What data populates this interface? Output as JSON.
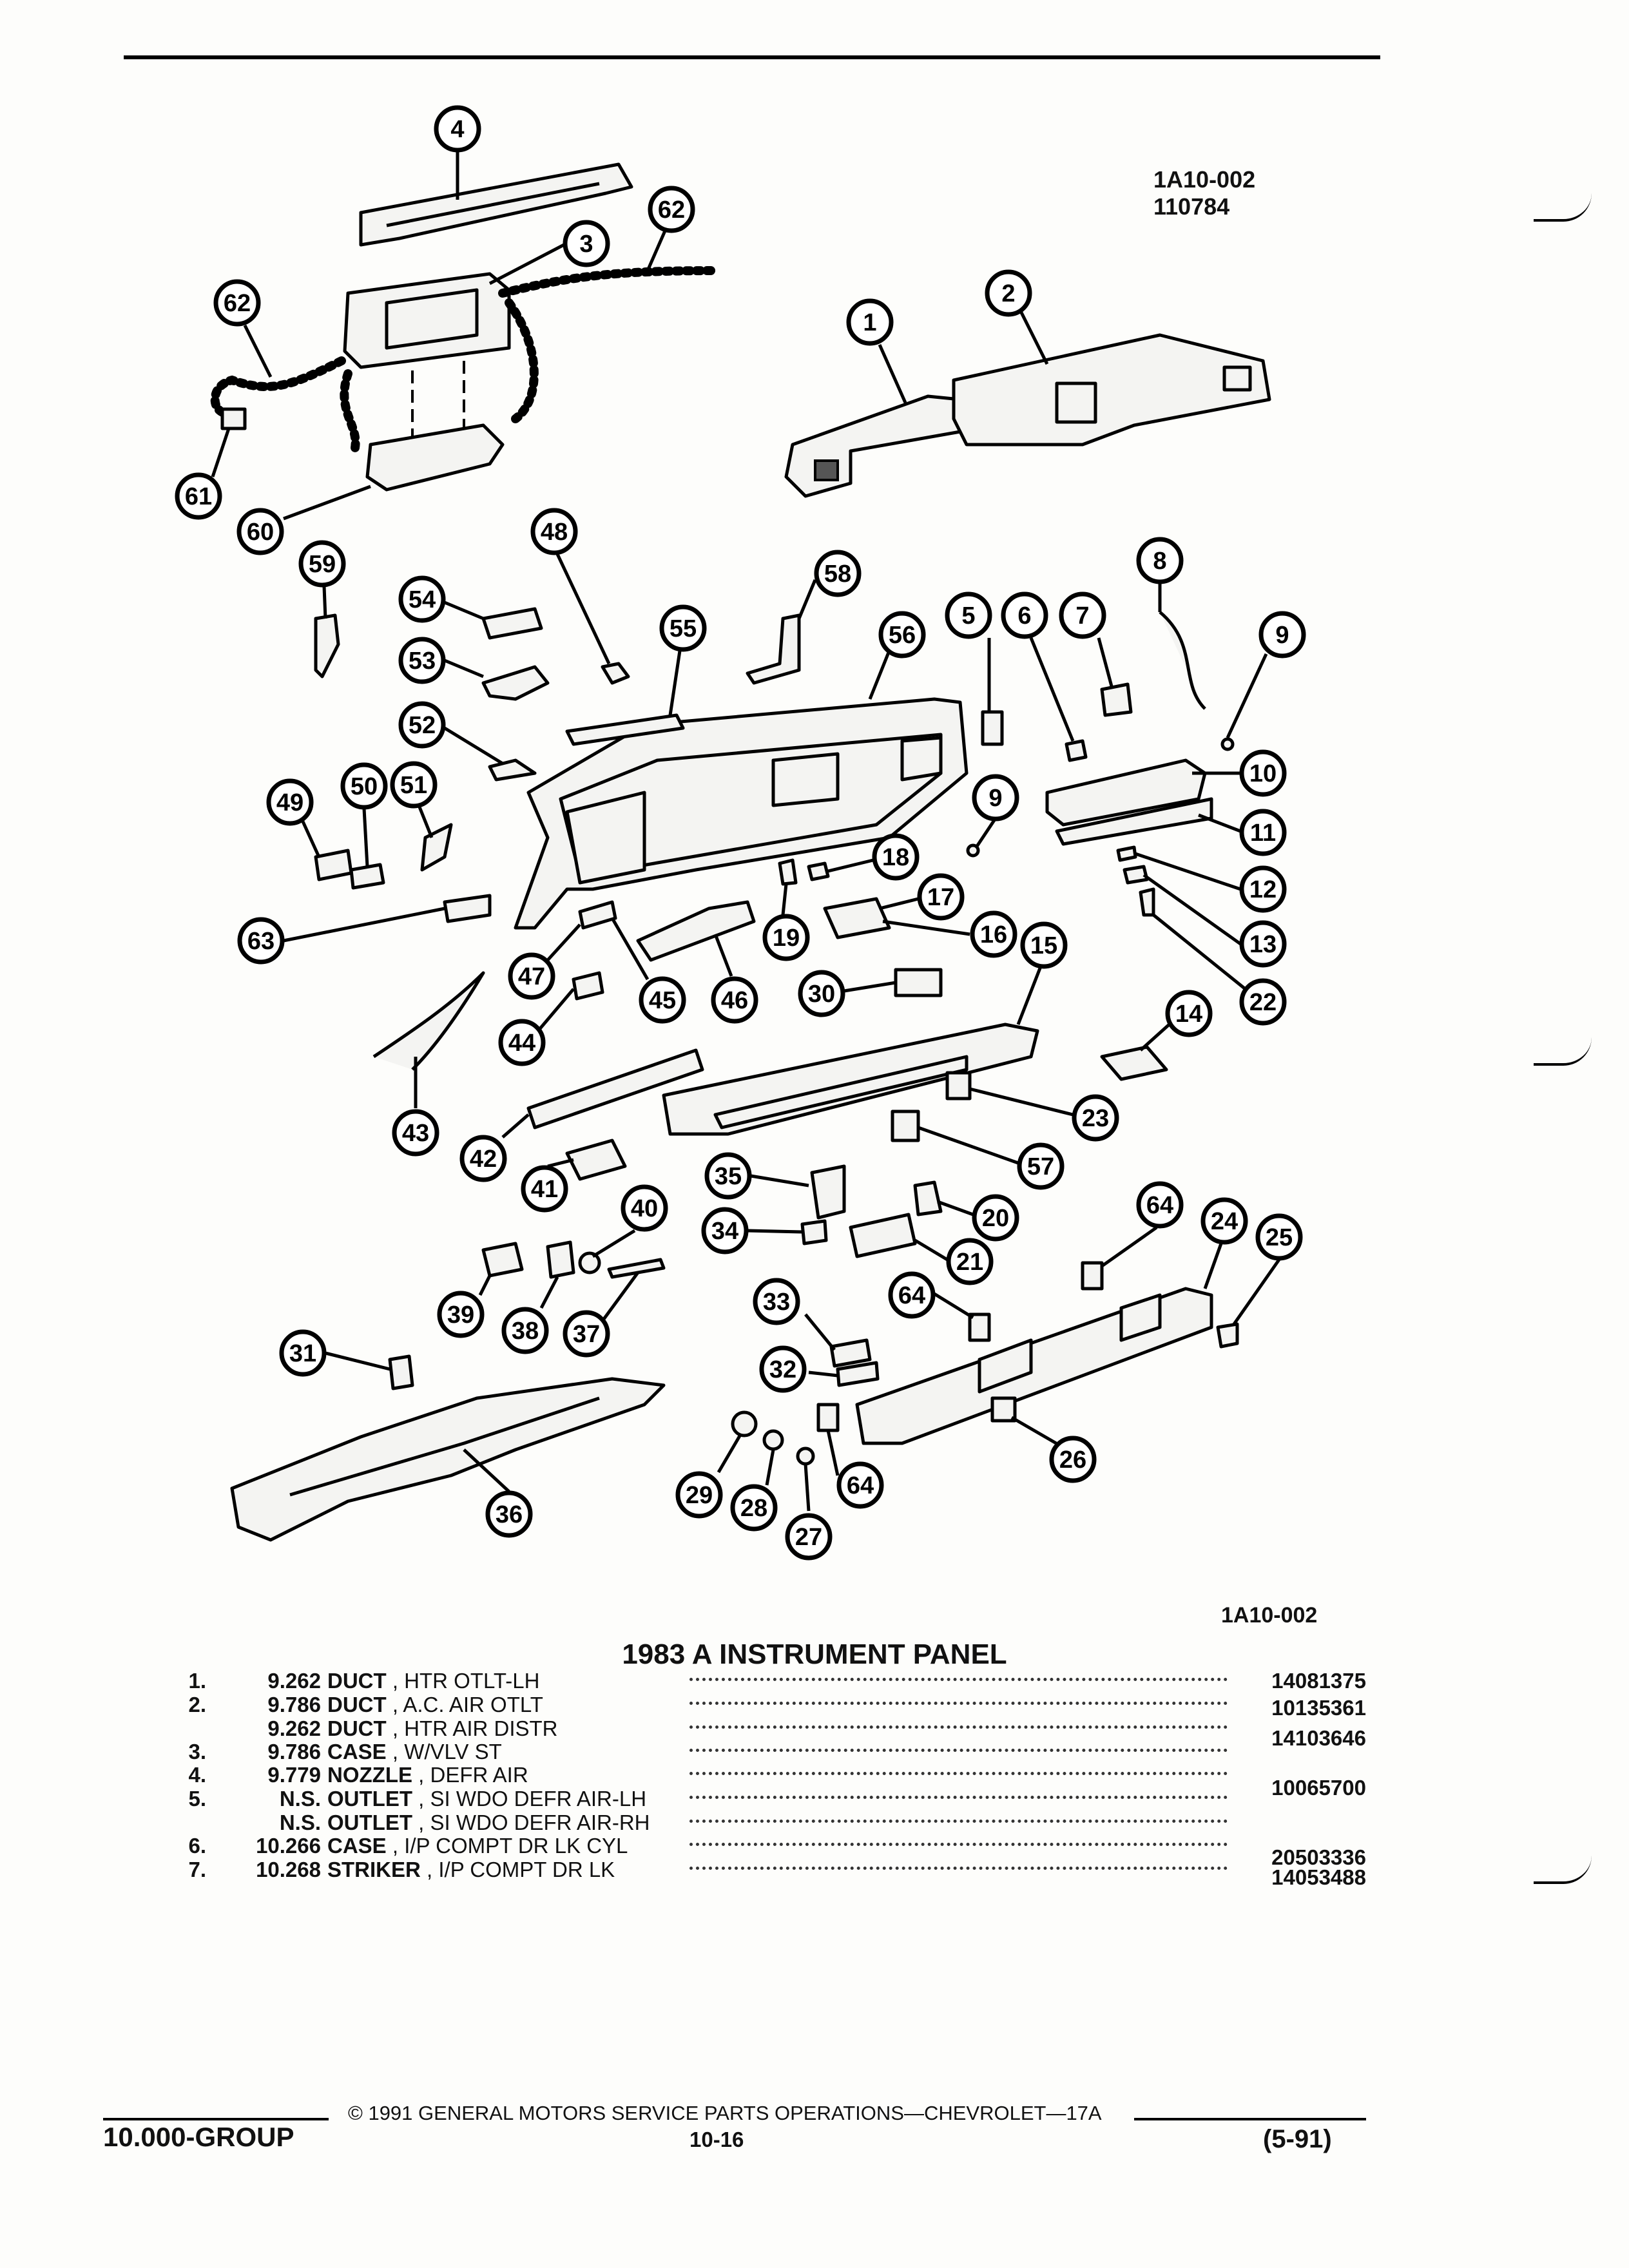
{
  "header": {
    "ref_code": "1A10-002",
    "ref_number": "110784"
  },
  "callouts": [
    {
      "label": "4"
    },
    {
      "label": "3"
    },
    {
      "label": "62"
    },
    {
      "label": "62"
    },
    {
      "label": "61"
    },
    {
      "label": "60"
    },
    {
      "label": "1"
    },
    {
      "label": "2"
    },
    {
      "label": "48"
    },
    {
      "label": "59"
    },
    {
      "label": "54"
    },
    {
      "label": "53"
    },
    {
      "label": "55"
    },
    {
      "label": "58"
    },
    {
      "label": "56"
    },
    {
      "label": "5"
    },
    {
      "label": "6"
    },
    {
      "label": "7"
    },
    {
      "label": "8"
    },
    {
      "label": "9"
    },
    {
      "label": "52"
    },
    {
      "label": "51"
    },
    {
      "label": "50"
    },
    {
      "label": "49"
    },
    {
      "label": "10"
    },
    {
      "label": "11"
    },
    {
      "label": "9"
    },
    {
      "label": "18"
    },
    {
      "label": "17"
    },
    {
      "label": "12"
    },
    {
      "label": "13"
    },
    {
      "label": "63"
    },
    {
      "label": "19"
    },
    {
      "label": "16"
    },
    {
      "label": "47"
    },
    {
      "label": "45"
    },
    {
      "label": "46"
    },
    {
      "label": "30"
    },
    {
      "label": "15"
    },
    {
      "label": "22"
    },
    {
      "label": "44"
    },
    {
      "label": "14"
    },
    {
      "label": "43"
    },
    {
      "label": "42"
    },
    {
      "label": "41"
    },
    {
      "label": "23"
    },
    {
      "label": "57"
    },
    {
      "label": "35"
    },
    {
      "label": "20"
    },
    {
      "label": "40"
    },
    {
      "label": "34"
    },
    {
      "label": "21"
    },
    {
      "label": "64"
    },
    {
      "label": "24"
    },
    {
      "label": "25"
    },
    {
      "label": "39"
    },
    {
      "label": "38"
    },
    {
      "label": "37"
    },
    {
      "label": "64"
    },
    {
      "label": "33"
    },
    {
      "label": "31"
    },
    {
      "label": "32"
    },
    {
      "label": "26"
    },
    {
      "label": "29"
    },
    {
      "label": "28"
    },
    {
      "label": "64"
    },
    {
      "label": "27"
    },
    {
      "label": "36"
    }
  ],
  "diagram_ref": "1A10-002",
  "parts_list": {
    "title": "1983 A INSTRUMENT PANEL",
    "rows": [
      {
        "index": "1.",
        "group": "9.262",
        "name": "DUCT",
        "detail": ", HTR OTLT-LH",
        "part_no": "14081375"
      },
      {
        "index": "2.",
        "group": "9.786",
        "name": "DUCT",
        "detail": ", A.C. AIR OTLT",
        "part_no": "10135361"
      },
      {
        "index": "",
        "group": "9.262",
        "name": "DUCT",
        "detail": ", HTR AIR DISTR",
        "part_no": "14103646"
      },
      {
        "index": "3.",
        "group": "9.786",
        "name": "CASE",
        "detail": ", W/VLV ST",
        "part_no": ""
      },
      {
        "index": "4.",
        "group": "9.779",
        "name": "NOZZLE",
        "detail": ", DEFR AIR",
        "part_no": "10065700"
      },
      {
        "index": "5.",
        "group": "N.S.",
        "name": "OUTLET",
        "detail": ", SI WDO DEFR AIR-LH",
        "part_no": ""
      },
      {
        "index": "",
        "group": "N.S.",
        "name": "OUTLET",
        "detail": ", SI WDO DEFR AIR-RH",
        "part_no": ""
      },
      {
        "index": "6.",
        "group": "10.266",
        "name": "CASE",
        "detail": ", I/P COMPT DR LK CYL",
        "part_no": "20503336"
      },
      {
        "index": "7.",
        "group": "10.268",
        "name": "STRIKER",
        "detail": ", I/P COMPT DR LK",
        "part_no": "14053488"
      }
    ]
  },
  "footer": {
    "copyright": "© 1991 GENERAL MOTORS SERVICE PARTS OPERATIONS—CHEVROLET—17A",
    "group": "10.000-GROUP",
    "page": "10-16",
    "date": "(5-91)"
  }
}
